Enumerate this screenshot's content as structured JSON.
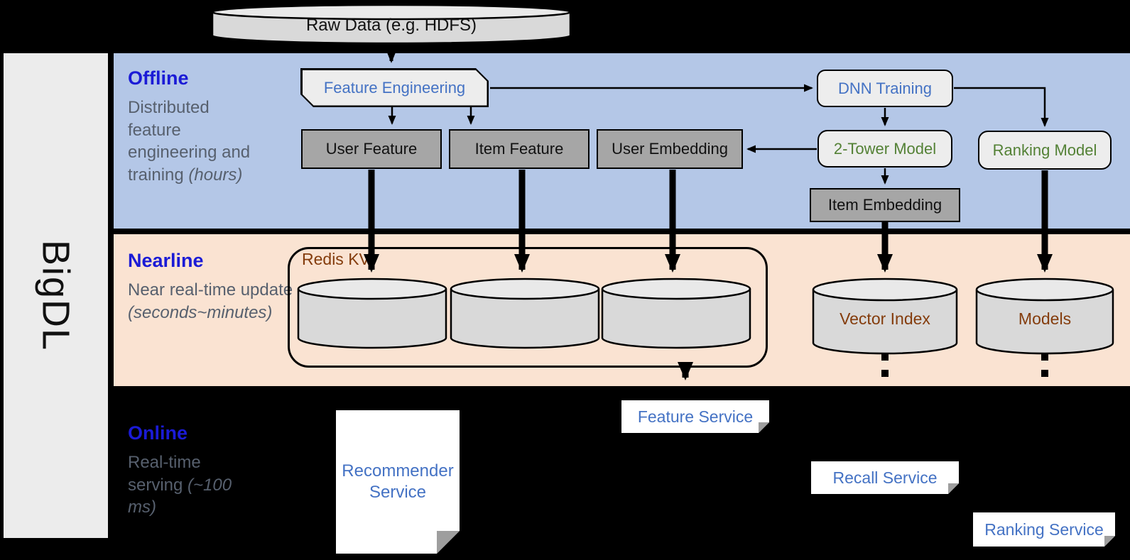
{
  "sidebar": {
    "brand": "BigDL"
  },
  "raw_data": {
    "label": "Raw Data (e.g. HDFS)"
  },
  "offline": {
    "title": "Offline",
    "desc": "Distributed feature engineering and training ",
    "desc_italic": "(hours)",
    "feature_engineering": "Feature Engineering",
    "dnn_training": "DNN Training",
    "user_feature": "User Feature",
    "item_feature": "Item Feature",
    "user_embedding": "User Embedding",
    "two_tower_model": "2-Tower Model",
    "ranking_model": "Ranking Model",
    "item_embedding": "Item Embedding"
  },
  "nearline": {
    "title": "Nearline",
    "desc": "Near real-time update ",
    "desc_italic": "(seconds~minutes)",
    "redis_kv": "Redis KV",
    "vector_index": "Vector Index",
    "models": "Models"
  },
  "online": {
    "title": "Online",
    "desc": "Real-time serving ",
    "desc_italic": "(~100 ms)",
    "recommender_service": "Recommender Service",
    "feature_service": "Feature Service",
    "recall_service": "Recall Service",
    "ranking_service": "Ranking Service"
  },
  "colors": {
    "offline_band": "#b4c7e7",
    "nearline_band": "#fae3d2",
    "online_band": "#000000",
    "zone_title_blue": "#1b1bd6",
    "zone_desc_gray": "#57606e",
    "node_gray": "#a6a6a6",
    "node_light": "#ededed",
    "model_green": "#538135",
    "process_blue": "#4472c4",
    "storage_brown": "#843c0c",
    "cylinder_fill": "#d9d9d9",
    "sidebar_gray": "#ececec"
  }
}
